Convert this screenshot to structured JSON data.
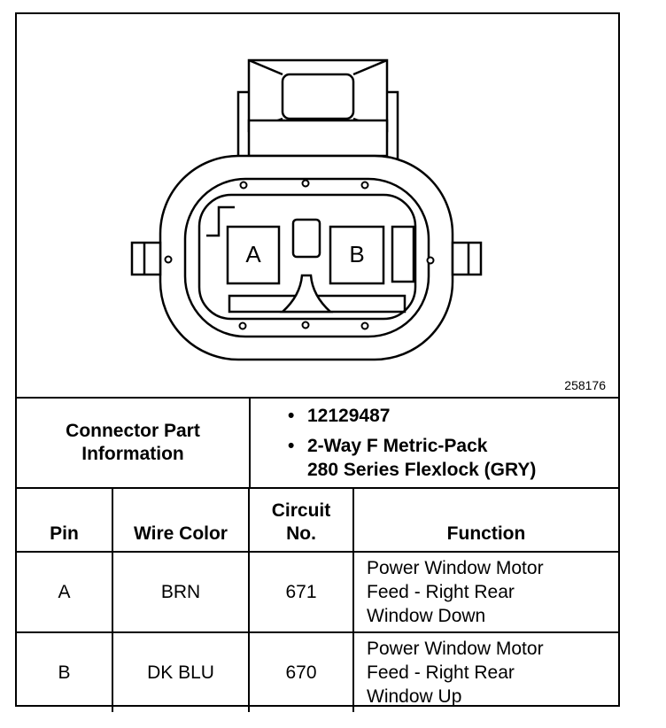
{
  "figure_number": "258176",
  "connector": {
    "pin_a_label": "A",
    "pin_b_label": "B"
  },
  "part_info": {
    "label_line1": "Connector Part",
    "label_line2": "Information",
    "bullet": "•",
    "part_number": "12129487",
    "description_line1": "2-Way F Metric-Pack",
    "description_line2": "280 Series Flexlock (GRY)"
  },
  "table": {
    "headers": {
      "pin": "Pin",
      "wire_color": "Wire Color",
      "circuit_line1": "Circuit",
      "circuit_line2": "No.",
      "function": "Function"
    },
    "rows": [
      {
        "pin": "A",
        "wire_color": "BRN",
        "circuit": "671",
        "function_lines": [
          "Power Window Motor",
          "Feed - Right Rear",
          "Window Down"
        ]
      },
      {
        "pin": "B",
        "wire_color": "DK BLU",
        "circuit": "670",
        "function_lines": [
          "Power Window Motor",
          "Feed - Right Rear",
          "Window Up"
        ]
      }
    ]
  }
}
